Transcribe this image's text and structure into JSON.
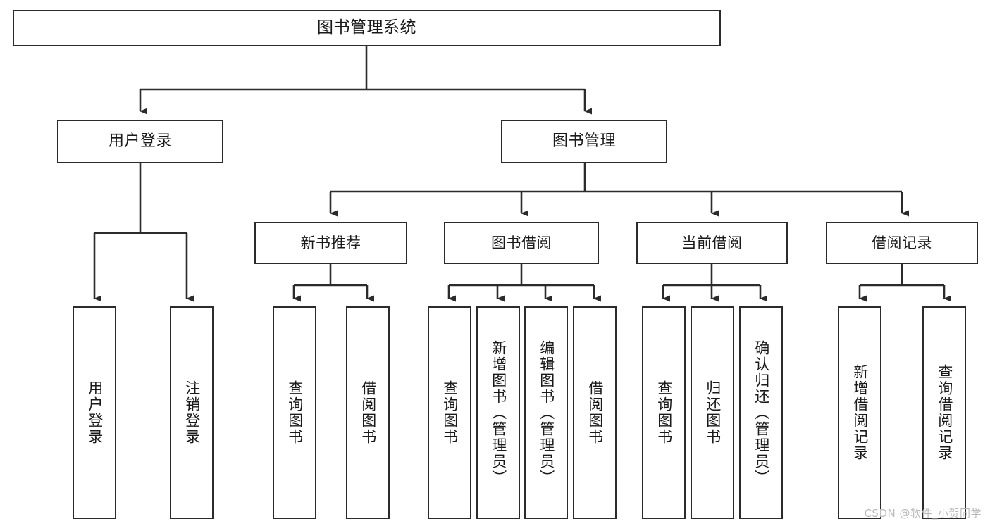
{
  "diagram": {
    "title": "图书管理系统",
    "type": "tree-hierarchy",
    "root": {
      "label": "图书管理系统"
    },
    "level2": [
      {
        "label": "用户登录"
      },
      {
        "label": "图书管理"
      }
    ],
    "level3": [
      {
        "label": "新书推荐"
      },
      {
        "label": "图书借阅"
      },
      {
        "label": "当前借阅"
      },
      {
        "label": "借阅记录"
      }
    ],
    "leaves": {
      "user_login": [
        {
          "label": "用户登录"
        },
        {
          "label": "注销登录"
        }
      ],
      "new_book_recommend": [
        {
          "label": "查询图书"
        },
        {
          "label": "借阅图书"
        }
      ],
      "book_borrow": [
        {
          "label": "查询图书"
        },
        {
          "label": "新增图书（管理员）"
        },
        {
          "label": "编辑图书（管理员）"
        },
        {
          "label": "借阅图书"
        }
      ],
      "current_borrow": [
        {
          "label": "查询图书"
        },
        {
          "label": "归还图书"
        },
        {
          "label": "确认归还（管理员）"
        }
      ],
      "borrow_record": [
        {
          "label": "新增借阅记录"
        },
        {
          "label": "查询借阅记录"
        }
      ]
    }
  },
  "watermark": {
    "text": "CSDN @软件_小贺同学"
  },
  "colors": {
    "stroke": "#2b2b2b",
    "fill": "#ffffff",
    "text": "#1a1a1a",
    "watermark": "#b9b9b9"
  }
}
